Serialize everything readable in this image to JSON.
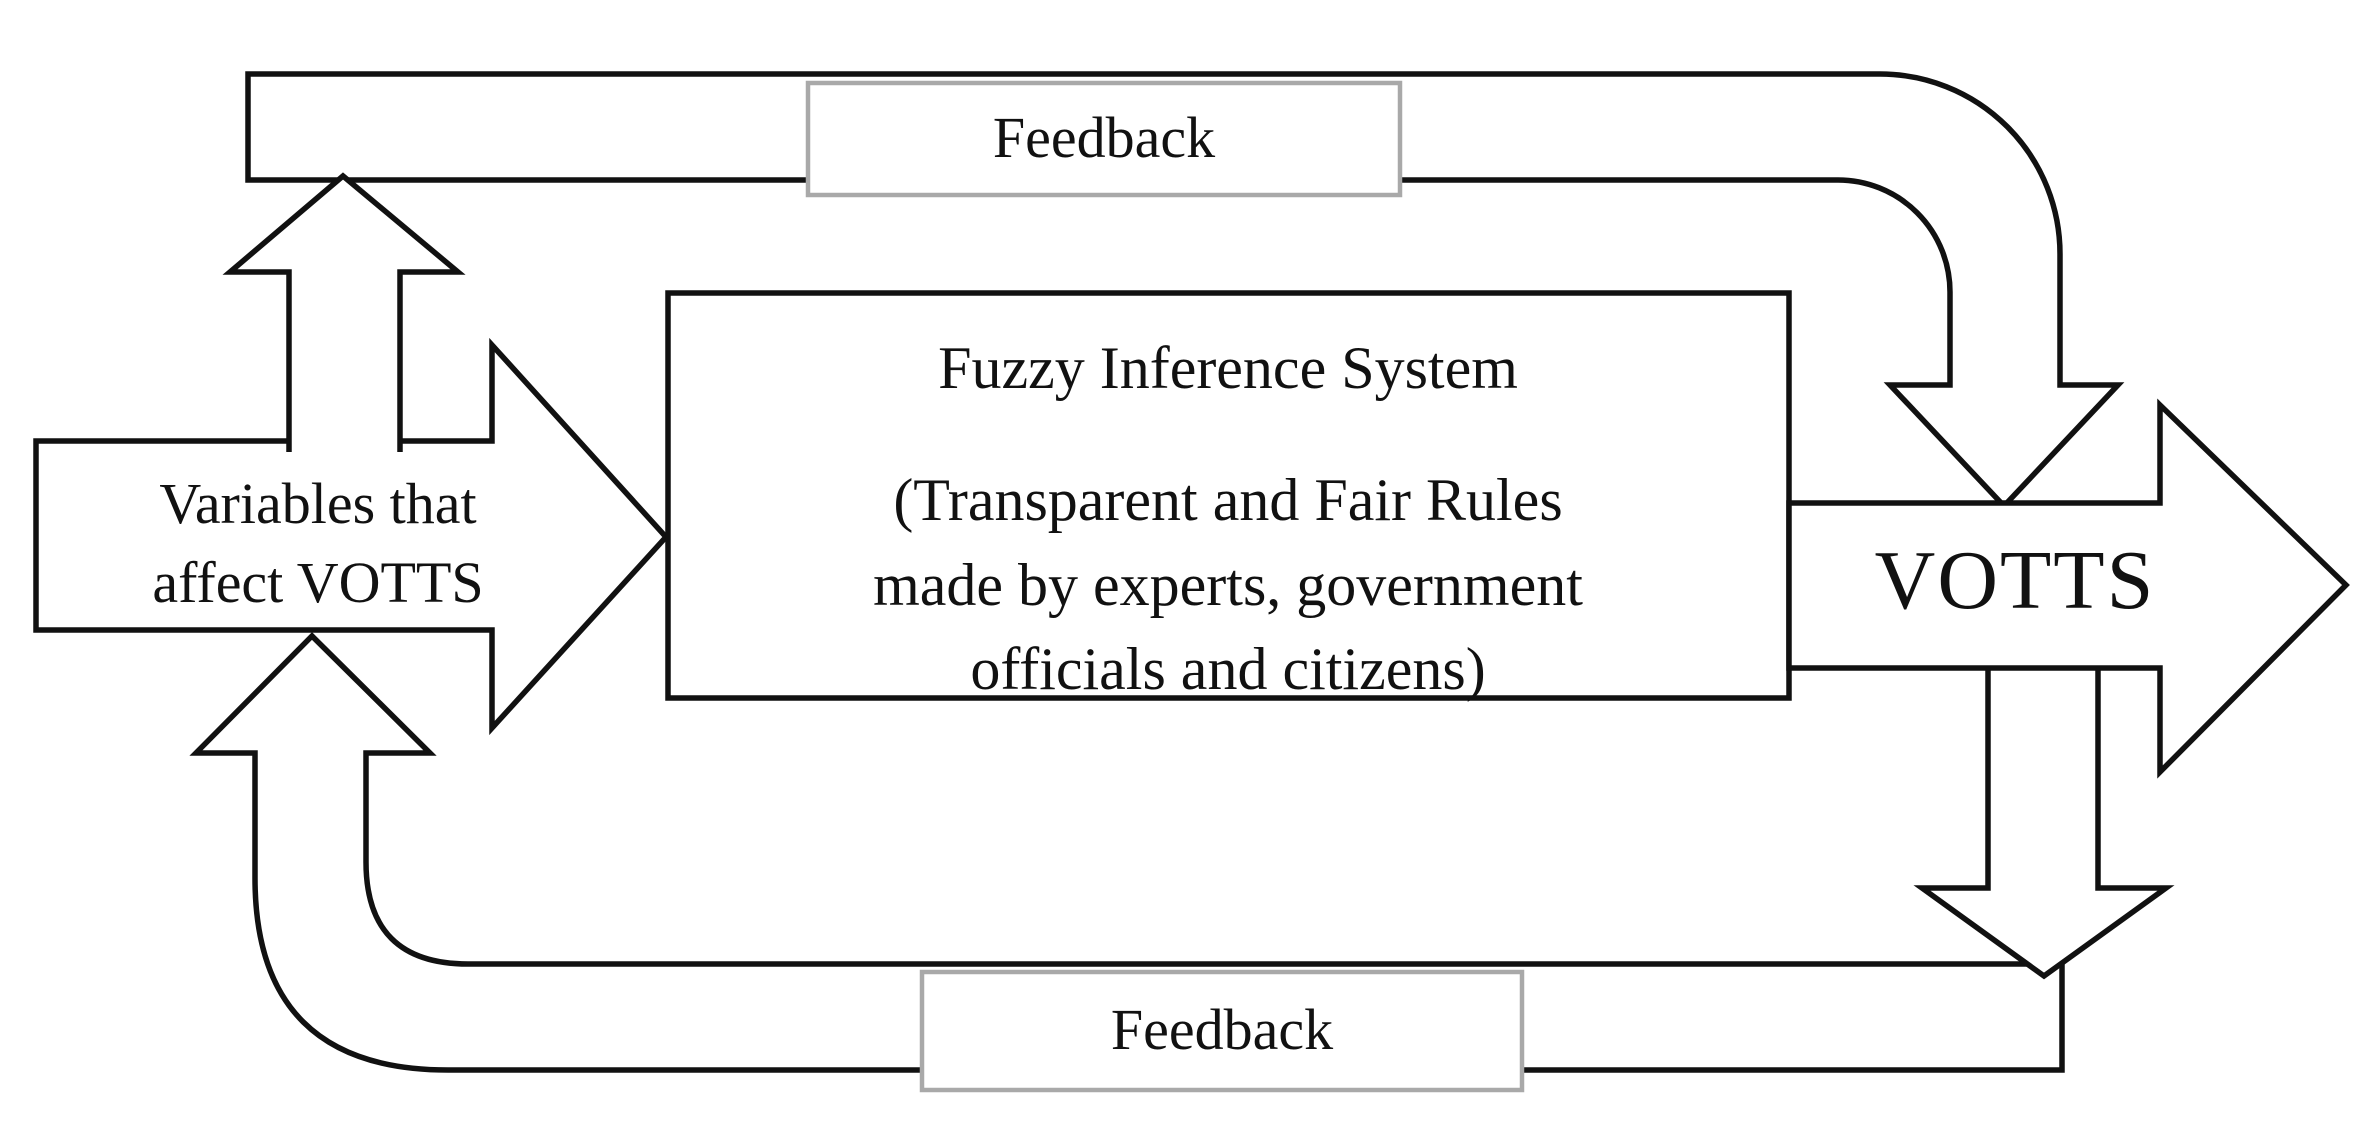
{
  "diagram": {
    "type": "feedback-loop-flow-diagram",
    "input_node": {
      "lines": [
        "Variables that",
        "affect VOTTS"
      ]
    },
    "fis_node": {
      "title": "Fuzzy Inference System",
      "body_lines": [
        "(Transparent and Fair Rules",
        "made by experts, government",
        "officials and citizens)"
      ]
    },
    "output_node": {
      "label": "VOTTS"
    },
    "feedback_top": {
      "label": "Feedback"
    },
    "feedback_bottom": {
      "label": "Feedback"
    },
    "colors": {
      "stroke": "#111111",
      "label_border": "#a9a9a9",
      "background": "#ffffff"
    }
  }
}
